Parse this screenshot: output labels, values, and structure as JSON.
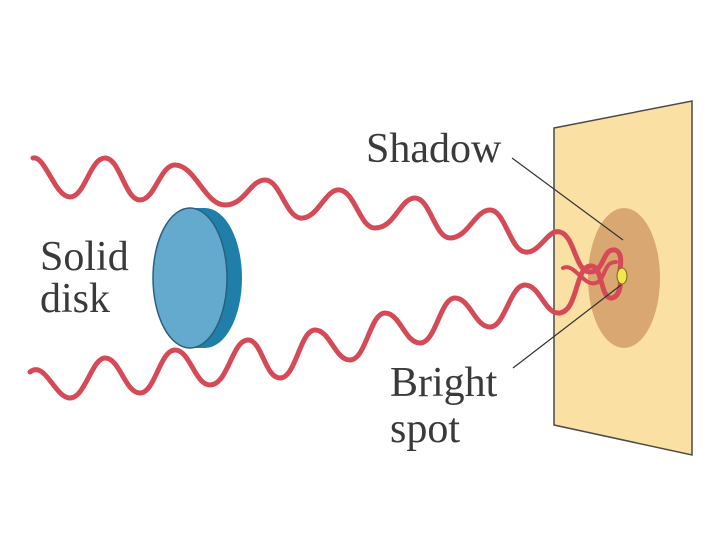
{
  "labels": {
    "disk_line1": "Solid",
    "disk_line2": "disk",
    "shadow": "Shadow",
    "bright_line1": "Bright",
    "bright_line2": "spot"
  },
  "colors": {
    "wave": "#d54a57",
    "disk_face": "#64aace",
    "disk_edge": "#1f7fa8",
    "screen": "#fbe0a4",
    "shadow": "#d9a872",
    "bright_spot": "#f2e64a",
    "text": "#3a3a3a"
  }
}
